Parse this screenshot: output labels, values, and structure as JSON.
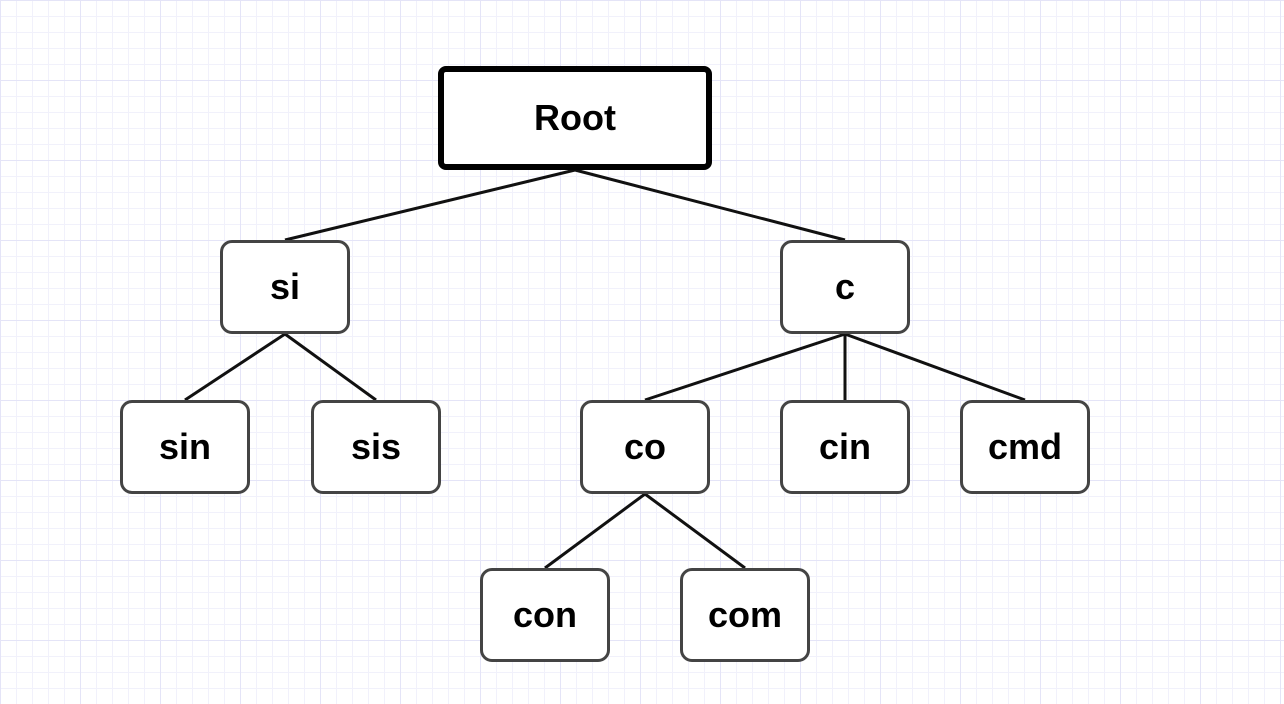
{
  "nodes": {
    "root": "Root",
    "si": "si",
    "c": "c",
    "sin": "sin",
    "sis": "sis",
    "co": "co",
    "cin": "cin",
    "cmd": "cmd",
    "con": "con",
    "com": "com"
  },
  "edges": [
    [
      "root",
      "si"
    ],
    [
      "root",
      "c"
    ],
    [
      "si",
      "sin"
    ],
    [
      "si",
      "sis"
    ],
    [
      "c",
      "co"
    ],
    [
      "c",
      "cin"
    ],
    [
      "c",
      "cmd"
    ],
    [
      "co",
      "con"
    ],
    [
      "co",
      "com"
    ]
  ],
  "colors": {
    "grid": "#e4e4f7",
    "node_border": "#444444",
    "root_border": "#000000",
    "edge": "#111111"
  }
}
